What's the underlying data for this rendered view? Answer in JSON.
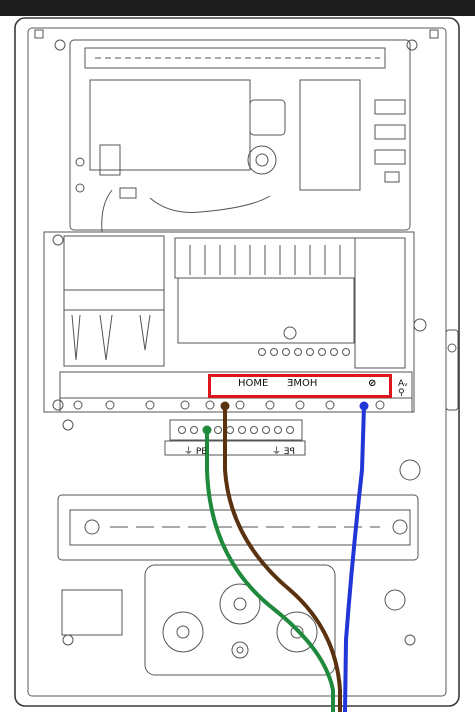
{
  "labels": {
    "home_left": "HOME",
    "home_right": "HOME",
    "terminal_tag": "⊘",
    "pe_left": "⏚ PE",
    "pe_right": "PE ⏚",
    "side_symbols": "Aᵥ\n⚲"
  },
  "colors": {
    "highlight": "#e0141c",
    "wire_green": "#1f8a3b",
    "wire_brown": "#5a3210",
    "wire_blue": "#2236d8",
    "outline": "#3a3a3a"
  }
}
